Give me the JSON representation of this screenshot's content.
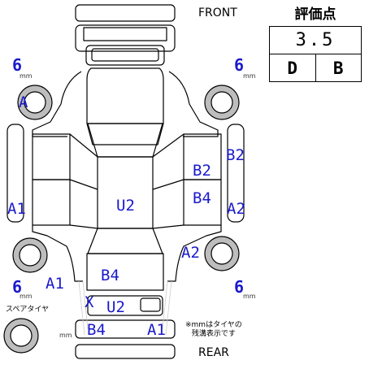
{
  "header": {
    "front_label": "FRONT",
    "rear_label": "REAR"
  },
  "grade": {
    "title": "評価点",
    "score": "3.5",
    "interior": "D",
    "exterior": "B"
  },
  "tread": {
    "front_left": "6",
    "front_right": "6",
    "rear_left": "6",
    "rear_right": "6",
    "unit": "mm",
    "spare_unit": "mm"
  },
  "spare_tire": {
    "label": "スペアタイヤ"
  },
  "note": {
    "line1": "※mmはタイヤの",
    "line2": "残溝表示です"
  },
  "damage_marks": {
    "front_left_tire": "A",
    "left_front_panel": "A1",
    "left_rear_panel": "A1",
    "roof": "U2",
    "right_front_door": "B2",
    "right_front_edge": "B2",
    "right_rear_door": "B4",
    "right_quarter_upper": "A2",
    "right_quarter_lower": "A2",
    "trunk": "B4",
    "rear_mark_x": "X",
    "rear_panel": "U2",
    "rear_bumper_left": "B4",
    "rear_bumper_right": "A1"
  },
  "colors": {
    "damage_text": "#1a1acc",
    "outline": "#000000",
    "tire_fill": "#bdbdbd",
    "wheel_inner": "#ffffff",
    "faint_line": "#cccccc"
  }
}
